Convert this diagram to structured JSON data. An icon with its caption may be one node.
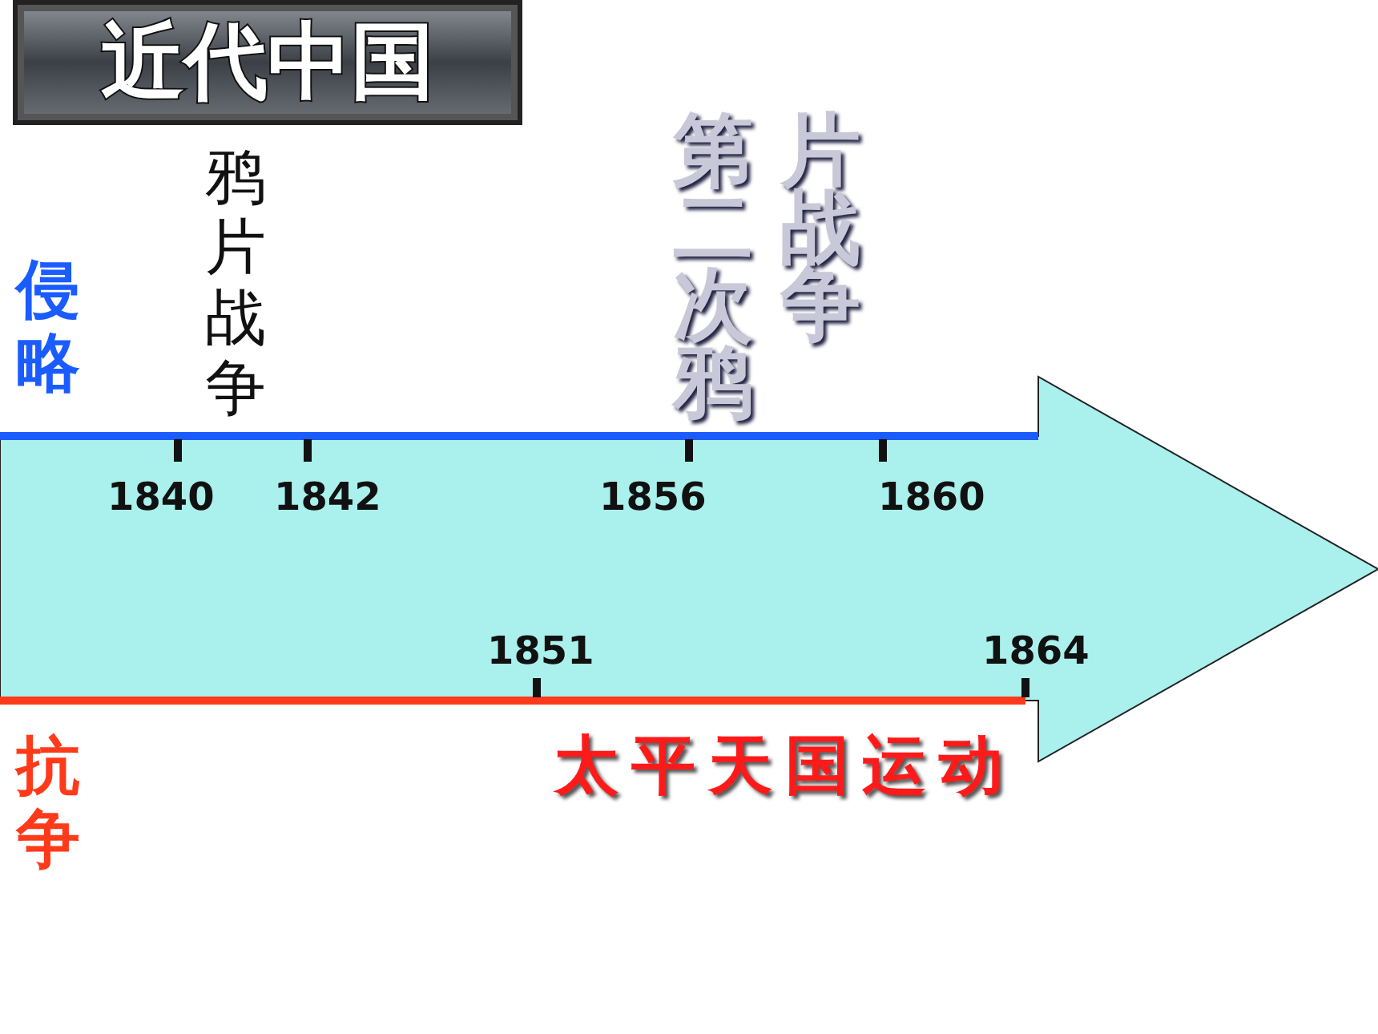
{
  "diagram": {
    "title": "近代中国",
    "labels": [
      "鸦片战争",
      "第二次鸦片战争",
      "侵略",
      "1840",
      "1842",
      "1856",
      "1860",
      "1851",
      "1864",
      "抗争",
      "太平天国运动"
    ]
  }
}
